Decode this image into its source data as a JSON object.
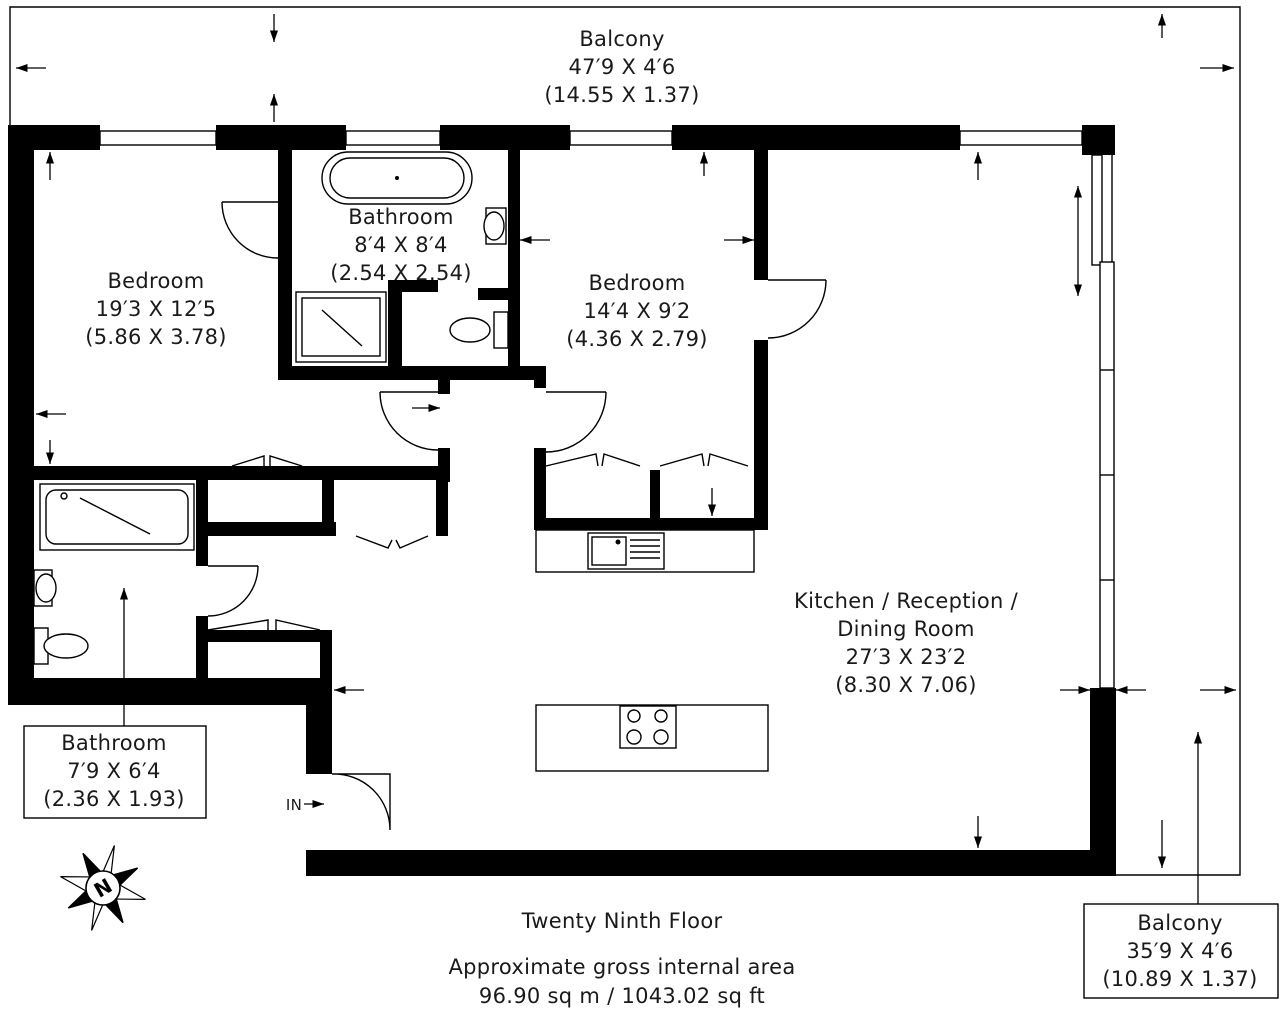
{
  "rooms": {
    "balcony_top": {
      "name": "Balcony",
      "imperial": "47′9 X 4′6",
      "metric": "(14.55 X 1.37)"
    },
    "bedroom_1": {
      "name": "Bedroom",
      "imperial": "19′3 X 12′5",
      "metric": "(5.86 X 3.78)"
    },
    "bathroom_1": {
      "name": "Bathroom",
      "imperial": "8′4 X 8′4",
      "metric": "(2.54 X 2.54)"
    },
    "bedroom_2": {
      "name": "Bedroom",
      "imperial": "14′4 X 9′2",
      "metric": "(4.36 X 2.79)"
    },
    "kitchen": {
      "name_line1": "Kitchen / Reception /",
      "name_line2": "Dining Room",
      "imperial": "27′3 X 23′2",
      "metric": "(8.30 X 7.06)"
    },
    "bathroom_2": {
      "name": "Bathroom",
      "imperial": "7′9 X 6′4",
      "metric": "(2.36 X 1.93)"
    },
    "balcony_right": {
      "name": "Balcony",
      "imperial": "35′9 X 4′6",
      "metric": "(10.89 X 1.37)"
    }
  },
  "entrance_label": "IN",
  "compass_letter": "N",
  "floor": {
    "name": "Twenty Ninth Floor",
    "area_label": "Approximate gross internal area",
    "area_value": "96.90 sq m / 1043.02 sq ft"
  }
}
